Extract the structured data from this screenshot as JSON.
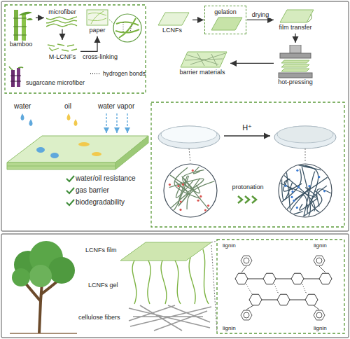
{
  "diagram": {
    "nodes": [
      {
        "text": [
          "bamboo"
        ]
      },
      {
        "text": [
          "microfiber"
        ]
      },
      {
        "text": [
          "M-LCNFs"
        ]
      },
      {
        "text": [
          "sugarcane microfiber"
        ]
      },
      {
        "text": [
          "paper"
        ]
      },
      {
        "text": [
          "LCNFs"
        ]
      },
      {
        "text": [
          "gelation"
        ]
      },
      {
        "text": [
          "film transfer"
        ]
      },
      {
        "text": [
          "hot-pressing"
        ]
      },
      {
        "text": [
          "barrier materials"
        ]
      }
    ],
    "edges": [
      {
        "from": 0,
        "to": 1,
        "arrow": "to"
      },
      {
        "from": 1,
        "to": 2,
        "arrow": "to"
      },
      {
        "from": 2,
        "to": 4,
        "label": "cross-linking",
        "arrow": "to"
      },
      {
        "from": 5,
        "to": 6,
        "arrow": "to"
      },
      {
        "from": 6,
        "to": 7,
        "label": "drying",
        "arrow": "to"
      },
      {
        "from": 7,
        "to": 8,
        "arrow": "to"
      },
      {
        "from": 8,
        "to": 9,
        "arrow": "to"
      }
    ],
    "labels": [
      "water",
      "oil",
      "water vapor",
      "water/oil resistance",
      "gas barrier",
      "biodegradability",
      "H⁺",
      "protonation",
      "LCNFs film",
      "LCNFs gel",
      "cellulose fibers",
      "lignin",
      "lignin",
      "lignin",
      "lignin"
    ],
    "legend": [
      {
        "text": "hydrogen bonds"
      }
    ]
  }
}
